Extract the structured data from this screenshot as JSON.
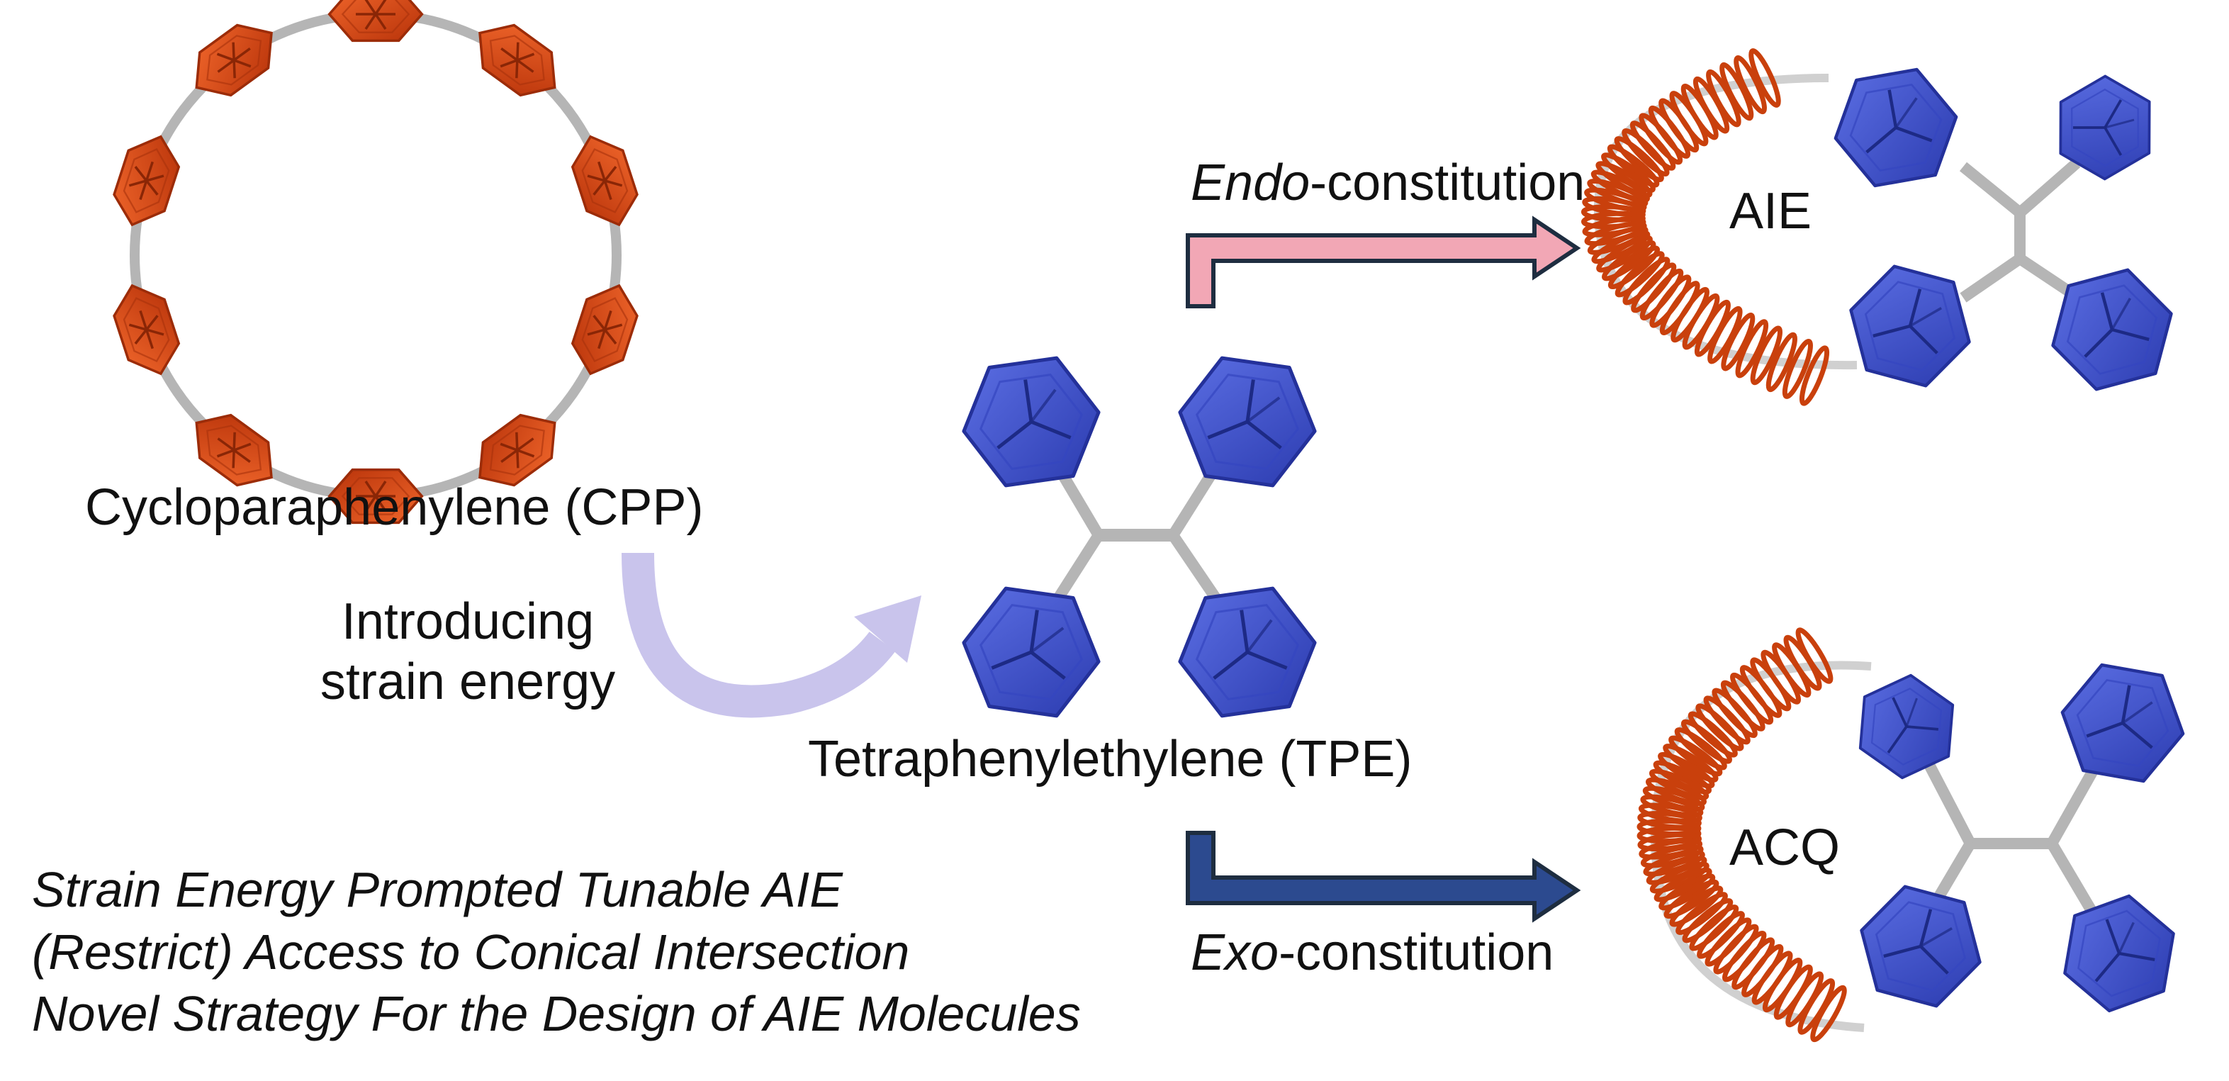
{
  "labels": {
    "cpp": "Cycloparaphenylene (CPP)",
    "strain_line1": "Introducing",
    "strain_line2": "strain energy",
    "tpe": "Tetraphenylethylene (TPE)",
    "endo_prefix": "Endo",
    "endo_suffix": "-constitution",
    "exo_prefix": "Exo",
    "exo_suffix": "-constitution",
    "aie": "AIE",
    "acq": "ACQ"
  },
  "notes": [
    "Strain Energy Prompted Tunable AIE",
    "(Restrict) Access to Conical Intersection",
    "Novel Strategy For the Design of AIE Molecules"
  ],
  "colors": {
    "cpp_ring": "#d9480f",
    "phenyl_blue": "#3f51c9",
    "bond_gray": "#b5b5b5",
    "coil": "#c9400c",
    "endo_arrow": "#f2a7b5",
    "exo_arrow": "#2c4a8f",
    "curved_arrow": "#c9c4ec",
    "outline": "#1e2d40"
  }
}
